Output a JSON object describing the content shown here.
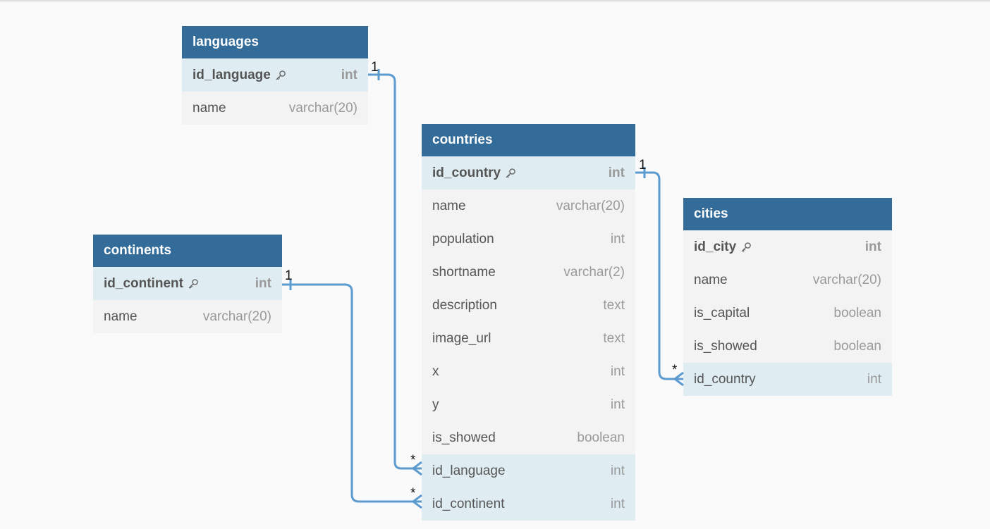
{
  "tables": {
    "languages": {
      "title": "languages",
      "fields": [
        {
          "name": "id_language",
          "type": "int"
        },
        {
          "name": "name",
          "type": "varchar(20)"
        }
      ]
    },
    "continents": {
      "title": "continents",
      "fields": [
        {
          "name": "id_continent",
          "type": "int"
        },
        {
          "name": "name",
          "type": "varchar(20)"
        }
      ]
    },
    "countries": {
      "title": "countries",
      "fields": [
        {
          "name": "id_country",
          "type": "int"
        },
        {
          "name": "name",
          "type": "varchar(20)"
        },
        {
          "name": "population",
          "type": "int"
        },
        {
          "name": "shortname",
          "type": "varchar(2)"
        },
        {
          "name": "description",
          "type": "text"
        },
        {
          "name": "image_url",
          "type": "text"
        },
        {
          "name": "x",
          "type": "int"
        },
        {
          "name": "y",
          "type": "int"
        },
        {
          "name": "is_showed",
          "type": "boolean"
        },
        {
          "name": "id_language",
          "type": "int"
        },
        {
          "name": "id_continent",
          "type": "int"
        }
      ]
    },
    "cities": {
      "title": "cities",
      "fields": [
        {
          "name": "id_city",
          "type": "int"
        },
        {
          "name": "name",
          "type": "varchar(20)"
        },
        {
          "name": "is_capital",
          "type": "boolean"
        },
        {
          "name": "is_showed",
          "type": "boolean"
        },
        {
          "name": "id_country",
          "type": "int"
        }
      ]
    }
  },
  "relations": [
    {
      "from": "languages.id_language",
      "to": "countries.id_language",
      "from_card": "1",
      "to_card": "*"
    },
    {
      "from": "continents.id_continent",
      "to": "countries.id_continent",
      "from_card": "1",
      "to_card": "*"
    },
    {
      "from": "countries.id_country",
      "to": "cities.id_country",
      "from_card": "1",
      "to_card": "*"
    }
  ],
  "colors": {
    "header": "#336b99",
    "connector": "#5b9bcf",
    "body": "#f3f3f3",
    "highlight": "#dfedf3"
  },
  "icons": {
    "primary_key": "key-icon"
  }
}
